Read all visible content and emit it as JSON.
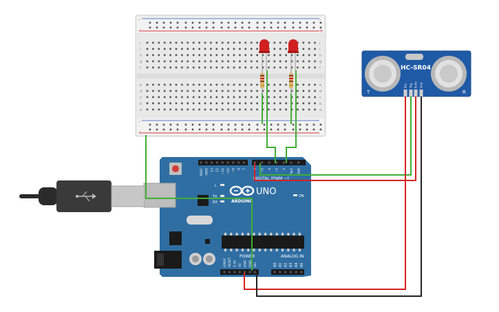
{
  "board": {
    "logo": "ARDUINO",
    "model": "UNO",
    "on_label": "ON",
    "tx_label": "TX",
    "rx_label": "RX",
    "l_label": "L",
    "digital_label": "DIGITAL (PWM ~)",
    "power_label": "POWER",
    "analog_label": "ANALOG IN",
    "digital_pins": [
      "AREF",
      "GND",
      "13",
      "12",
      "~11",
      "~10",
      "~9",
      "8",
      "7",
      "~6",
      "~5",
      "4",
      "~3",
      "2",
      "TX▸1",
      "RX◂0"
    ],
    "power_pins": [
      "IOREF",
      "RESET",
      "3.3V",
      "5V",
      "GND",
      "GND",
      "Vin"
    ],
    "analog_pins": [
      "A0",
      "A1",
      "A2",
      "A3",
      "A4",
      "A5"
    ],
    "colors": {
      "pcb": "#2f6ea3",
      "pcb_dark": "#1f4f7a"
    }
  },
  "sensor": {
    "model": "HC-SR04",
    "pins": [
      "Vcc",
      "Trig",
      "Echo",
      "Gnd"
    ],
    "left_mark": "T",
    "right_mark": "R"
  },
  "breadboard": {
    "row_letters_top": [
      "j",
      "i",
      "h",
      "g",
      "f"
    ],
    "row_letters_bottom": [
      "e",
      "d",
      "c",
      "b",
      "a"
    ],
    "rail_plus": "+",
    "rail_minus": "-"
  },
  "wires": {
    "colors": {
      "red": "#d62020",
      "green": "#3fae35",
      "black": "#222222"
    }
  }
}
